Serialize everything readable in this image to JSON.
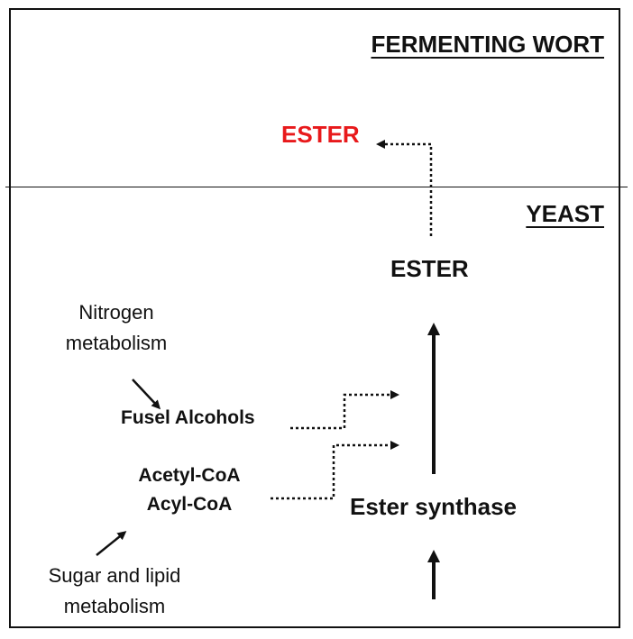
{
  "zones": {
    "wort_title": "FERMENTING WORT",
    "yeast_title": "YEAST"
  },
  "nodes": {
    "ester_wort": "ESTER",
    "ester_yeast": "ESTER",
    "nitrogen_line1": "Nitrogen",
    "nitrogen_line2": "metabolism",
    "fusel_alcohols": "Fusel Alcohols",
    "acetyl_coa": "Acetyl-CoA",
    "acyl_coa": "Acyl-CoA",
    "ester_synthase": "Ester synthase",
    "sugar_line1": "Sugar and lipid",
    "sugar_line2": "metabolism"
  },
  "colors": {
    "ink": "#111111",
    "ester_highlight": "#e8191b"
  }
}
